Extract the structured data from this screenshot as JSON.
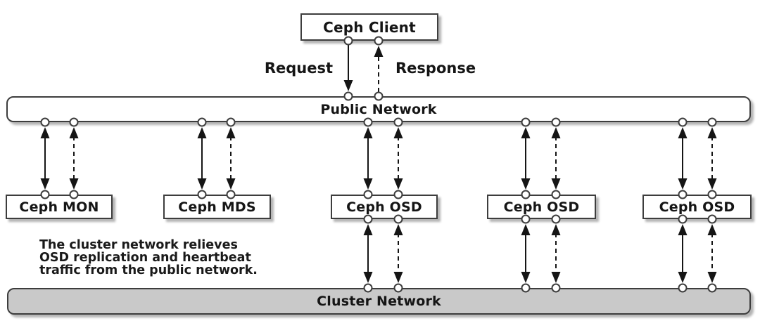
{
  "diagram": {
    "client_label": "Ceph Client",
    "request_label": "Request",
    "response_label": "Response",
    "public_network_label": "Public Network",
    "cluster_network_label": "Cluster Network",
    "nodes": [
      {
        "label": "Ceph MON"
      },
      {
        "label": "Ceph MDS"
      },
      {
        "label": "Ceph OSD"
      },
      {
        "label": "Ceph OSD"
      },
      {
        "label": "Ceph OSD"
      }
    ],
    "annotation_lines": [
      "The cluster network relieves",
      "OSD replication and heartbeat",
      "traffic from the public network."
    ],
    "legend": {
      "solid_arrow_meaning": "Request",
      "dashed_arrow_meaning": "Response"
    },
    "colors": {
      "node_fill": "#ffffff",
      "cluster_fill": "#c9c9c9",
      "border": "#3d3d3d",
      "line": "#151515",
      "text": "#151515",
      "shadow": "#b4b4b4"
    }
  }
}
